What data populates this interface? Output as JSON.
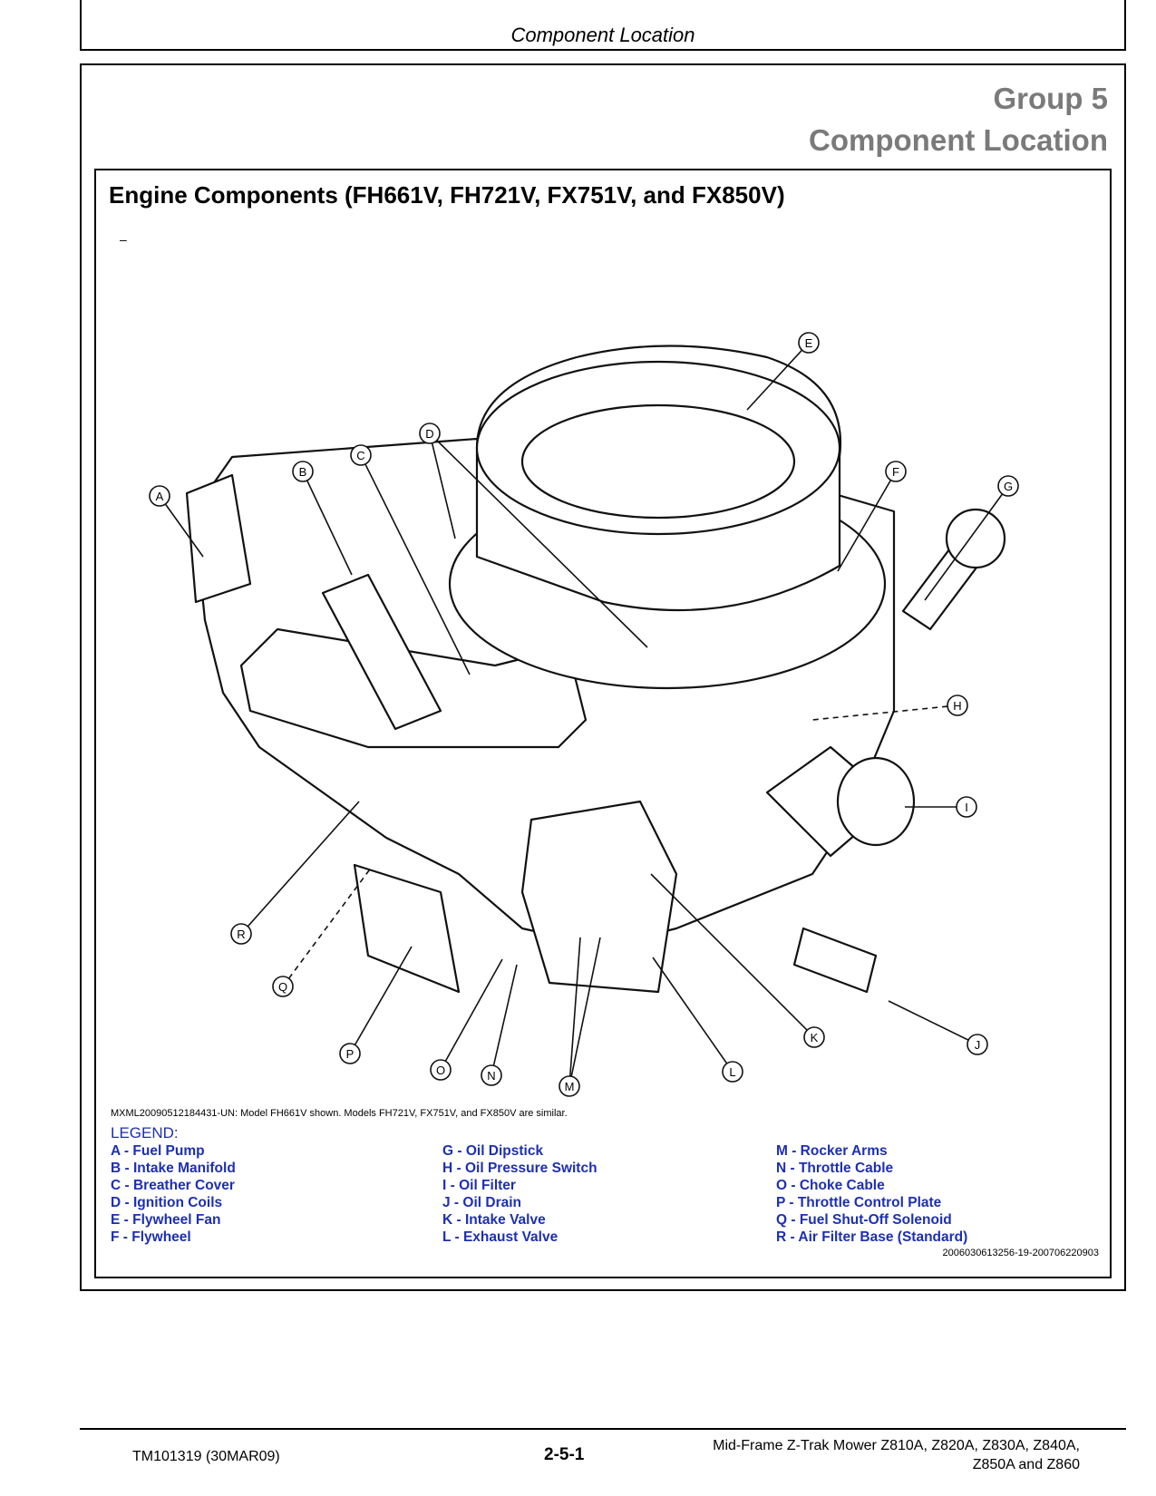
{
  "header": {
    "running_title": "Component Location"
  },
  "group": {
    "number": "Group 5",
    "name": "Component Location"
  },
  "section": {
    "title": "Engine Components (FH661V, FH721V, FX751V, and FX850V)",
    "dash": "–"
  },
  "figure": {
    "caption": "MXML20090512184431-UN: Model FH661V shown. Models FH721V, FX751V, and FX850V are similar.",
    "id": "2006030613256-19-200706220903",
    "callouts": {
      "A": "A",
      "B": "B",
      "C": "C",
      "D": "D",
      "E": "E",
      "F": "F",
      "G": "G",
      "H": "H",
      "I": "I",
      "J": "J",
      "K": "K",
      "L": "L",
      "M": "M",
      "N": "N",
      "O": "O",
      "P": "P",
      "Q": "Q",
      "R": "R"
    }
  },
  "legend": {
    "title": "LEGEND:",
    "col1": [
      "A - Fuel Pump",
      "B - Intake Manifold",
      "C - Breather Cover",
      "D - Ignition Coils",
      "E - Flywheel Fan",
      "F - Flywheel"
    ],
    "col2": [
      "G - Oil Dipstick",
      "H - Oil Pressure Switch",
      "I - Oil Filter",
      "J - Oil Drain",
      "K - Intake Valve",
      "L - Exhaust Valve"
    ],
    "col3": [
      "M - Rocker Arms",
      "N - Throttle Cable",
      "O - Choke Cable",
      "P - Throttle Control Plate",
      "Q - Fuel Shut-Off Solenoid",
      "R - Air Filter Base (Standard)"
    ]
  },
  "footer": {
    "doc_id": "TM101319 (30MAR09)",
    "page_number": "2-5-1",
    "product_line1": "Mid-Frame Z-Trak Mower Z810A, Z820A, Z830A, Z840A,",
    "product_line2": "Z850A and Z860"
  }
}
